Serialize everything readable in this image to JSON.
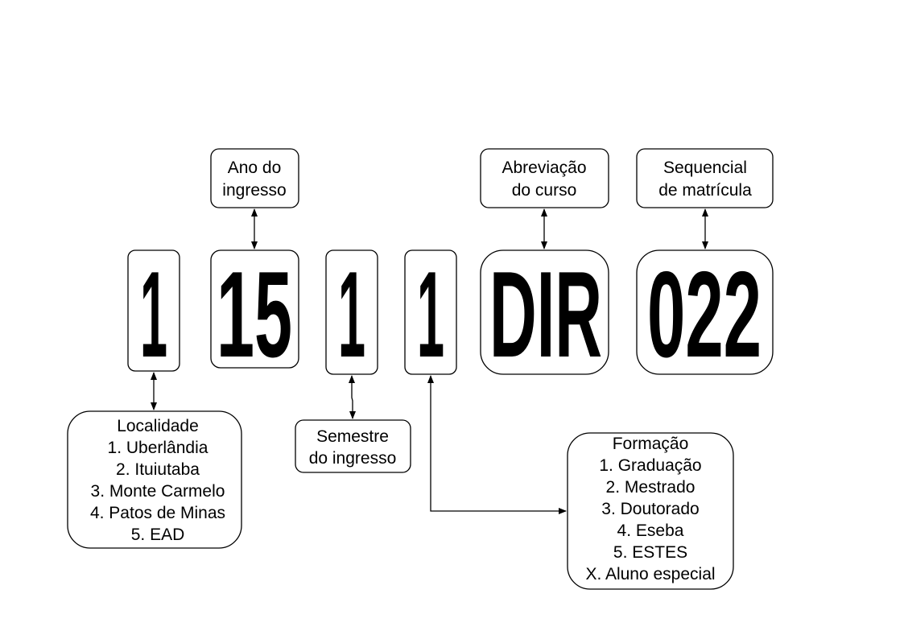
{
  "segments": [
    "1",
    "15",
    "1",
    "1",
    "DIR",
    "022"
  ],
  "top_labels": {
    "ano": [
      "Ano do",
      "ingresso"
    ],
    "abreviacao": [
      "Abreviação",
      "do curso"
    ],
    "sequencial": [
      "Sequencial",
      "de matrícula"
    ]
  },
  "localidade": {
    "title": "Localidade",
    "items": [
      "1. Uberlândia",
      "2. Ituiutaba",
      "3. Monte Carmelo",
      "4. Patos de Minas",
      "5. EAD"
    ]
  },
  "semestre": [
    "Semestre",
    "do ingresso"
  ],
  "formacao": {
    "title": "Formação",
    "items": [
      "1. Graduação",
      "2. Mestrado",
      "3. Doutorado",
      "4. Eseba",
      "5. ESTES",
      "X. Aluno especial"
    ]
  }
}
